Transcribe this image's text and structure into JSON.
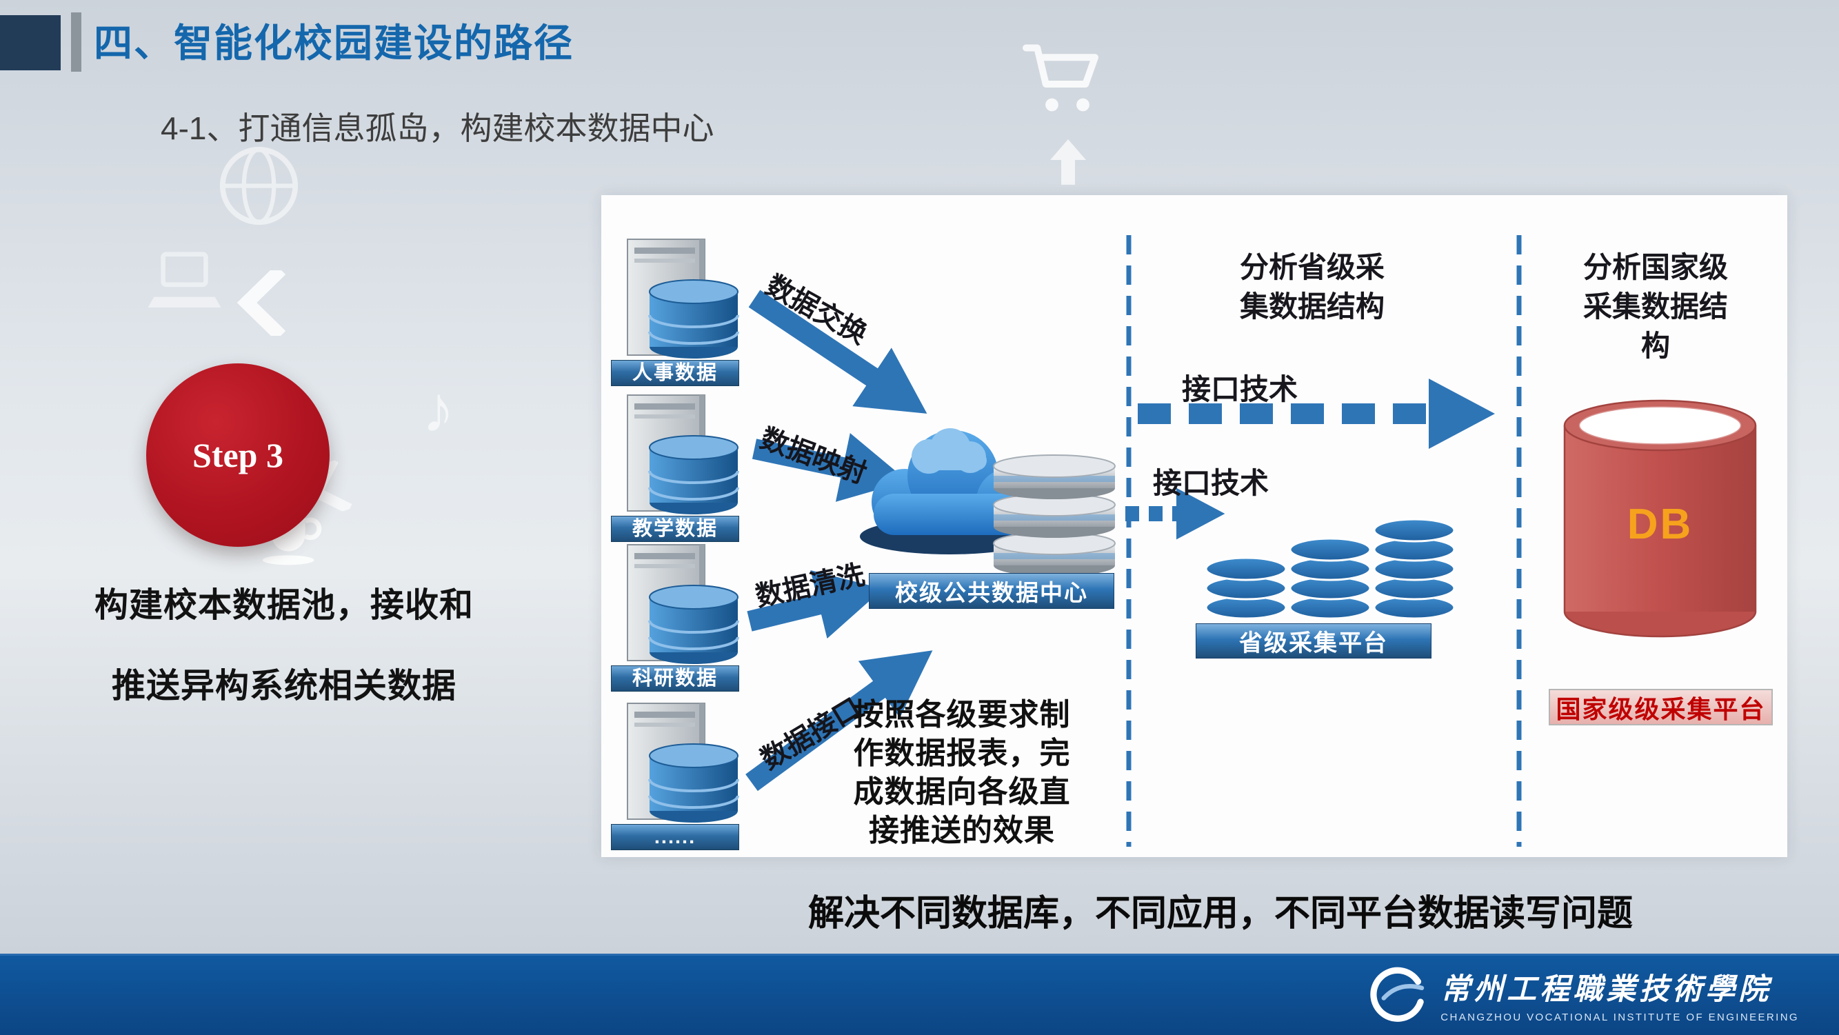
{
  "header": {
    "title": "四、智能化校园建设的路径",
    "subtitle": "4-1、打通信息孤岛，构建校本数据中心"
  },
  "step": {
    "label": "Step 3"
  },
  "side_note": {
    "line1": "构建校本数据池，接收和",
    "line2": "推送异构系统相关数据"
  },
  "diagram": {
    "sources": [
      {
        "label": "人事数据",
        "arrow": "数据交换"
      },
      {
        "label": "教学数据",
        "arrow": "数据映射"
      },
      {
        "label": "科研数据",
        "arrow": "数据清洗"
      },
      {
        "label": "......",
        "arrow": "数据接口"
      }
    ],
    "center_banner": "校级公共数据中心",
    "process_note": {
      "line1": "按照各级要求制",
      "line2": "作数据报表，完",
      "line3": "成数据向各级直",
      "line4": "接推送的效果"
    },
    "province": {
      "heading1": "分析省级采",
      "heading2": "集数据结构",
      "api_top": "接口技术",
      "api_mid": "接口技术",
      "platform": "省级采集平台"
    },
    "national": {
      "heading1": "分析国家级",
      "heading2": "采集数据结",
      "heading3": "构",
      "db": "DB",
      "platform": "国家级级采集平台"
    }
  },
  "caption": "解决不同数据库，不同应用，不同平台数据读写问题",
  "footer": {
    "org_cn": "常州工程職業技術學院",
    "org_en": "CHANGZHOU VOCATIONAL INSTITUTE OF ENGINEERING"
  },
  "icons": {
    "watermarks": [
      "cart-icon",
      "globe-icon",
      "laptop-icon",
      "chevron-arrow-icon",
      "coffee-cup-icon",
      "music-note-icon"
    ],
    "diagram": [
      "server-icon",
      "database-cylinder-icon",
      "cloud-icon",
      "coin-stack-icon"
    ]
  },
  "colors": {
    "title_blue": "#1467ac",
    "accent_blue": "#2e75b6",
    "step_red": "#b01420",
    "footer_blue": "#0c4584",
    "db_red": "#c0504d",
    "db_label_orange": "#f6a21d"
  }
}
